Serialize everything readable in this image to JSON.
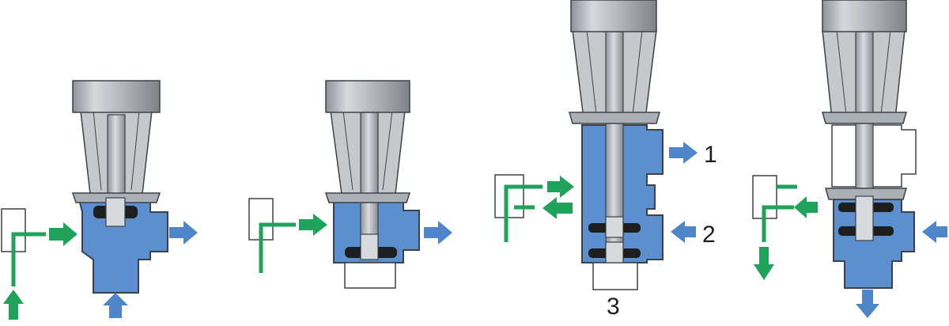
{
  "labels": {
    "outlet_1": "1",
    "inlet_2": "2",
    "bottom_3": "3"
  },
  "colors": {
    "fluid_blue": "#5b8fd0",
    "flow_arrow_blue": "#4f86c9",
    "control_green": "#1fa35a",
    "actuator_gray": "#b9bcbf",
    "steel_gray": "#a7adb3",
    "outline": "#3d4248",
    "seal_black": "#1e1e1e"
  },
  "icons": [
    "valve-actuator-icon",
    "solenoid-block-icon",
    "flow-arrow-icon",
    "air-line-icon"
  ]
}
